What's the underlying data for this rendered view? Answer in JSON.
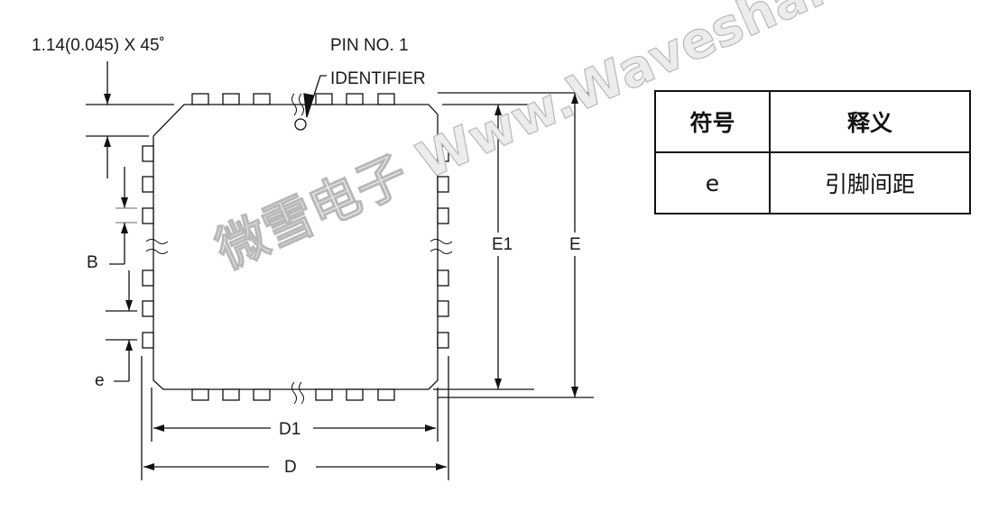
{
  "labels": {
    "chamfer": "1.14(0.045) X 45˚",
    "pin1_line1": "PIN NO. 1",
    "pin1_line2": "IDENTIFIER",
    "B": "B",
    "e": "e",
    "E1": "E1",
    "E": "E",
    "D1": "D1",
    "D": "D"
  },
  "table": {
    "headers": [
      "符号",
      "释义"
    ],
    "rows": [
      [
        "e",
        "引脚间距"
      ]
    ]
  },
  "watermark": "微雪电子 Www.Waveshare.Net"
}
